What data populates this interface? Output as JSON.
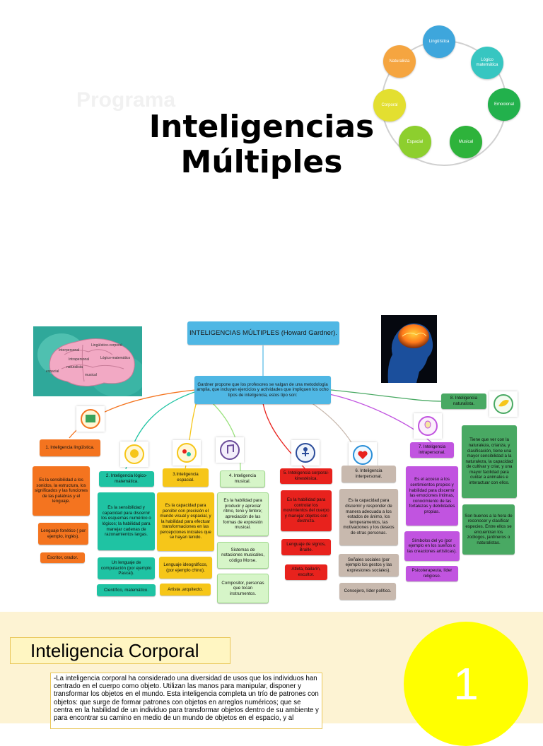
{
  "title": {
    "line1": "Inteligencias",
    "line2": "Múltiples",
    "ghost": "Programa"
  },
  "cycle": {
    "items": [
      {
        "label": "Lingüística",
        "color": "#3ea6dc"
      },
      {
        "label": "Lógico matemática",
        "color": "#37c6c1"
      },
      {
        "label": "Emocional",
        "color": "#22b14c"
      },
      {
        "label": "Musical",
        "color": "#2eb33b"
      },
      {
        "label": "Espacial",
        "color": "#8dcf2e"
      },
      {
        "label": "Corporal",
        "color": "#e3df30"
      },
      {
        "label": "Naturalista",
        "color": "#f5a540"
      }
    ]
  },
  "map": {
    "root": "INTELIGENCIAS MÚLTIPLES (Howard Gardner).",
    "intro": "Gardner propone que los profesores se valgan de una metodología amplia, que incluyan ejercicios y actividades que impliquen los ocho tipos de inteligencia, estos tipo son:",
    "brain_labels": [
      "Interpersonal",
      "Lingüístico-corporal",
      "Intrapersonal",
      "Lógico-matemático",
      "naturalista",
      "espacial",
      "musical"
    ],
    "linguistica": {
      "title": "1. Inteligencia lingüística.",
      "desc": "Es la sensibilidad a los sonidos, la estructura, los significados y las funciones de las palabras y el lenguaje.",
      "lang": "Lenguaje fonético ( por ejemplo, inglés).",
      "role": "Escritor, orador."
    },
    "logica": {
      "title": "2. Inteligencia lógico-matemática.",
      "desc": "Es la sensibilidad y capacidad para discernir los esquemas numérico o lógicos; la habilidad para manejar cadenas de razonamientos largas.",
      "lang": "Un lenguaje de computación (por ejemplo Pascal).",
      "role": "Científico, matemático."
    },
    "espacial": {
      "title": "3.Inteligencia espacial.",
      "desc": "Es la capacidad para percibir con precisión el mundo visual y espacial, y la habilidad para efectuar transformaciones en las percepciones iniciales que se hayan tenido.",
      "lang": "Lenguaje ideográficos, (por ejemplo chino).",
      "role": "Artista ,arquitecto."
    },
    "musical": {
      "title": "4. Inteligencia musical.",
      "desc": "Es la habilidad para producir y apreciar ritmo, tono y timbre; apreciación de las formas de expresión musical.",
      "lang": "Sistemas de notaciones musicales, código Morse.",
      "role": "Compositor, personas que tocan instrumentos."
    },
    "corporal": {
      "title": "5. Inteligencia corporal-kinestésica.",
      "desc": "Es la habilidad para controlar los movimientos del cuerpo y manejar objetos con destreza.",
      "lang": "Lenguaje de signos, Braille.",
      "role": "Atleta, bailarín, escultor."
    },
    "interpersonal": {
      "title": "6. Inteligencia interpersonal.",
      "desc": "Es la capacidad para discernir y responder de manera adecuada a los estados de ánimo, los temperamentos, las motivaciones y los deseos de otras personas.",
      "lang": "Señales sociales (por ejemplo los gestos y las expresiones sociales).",
      "role": "Consejero, líder político."
    },
    "intrapersonal": {
      "title": "7. Inteligencia intrapersonal.",
      "desc": "Es el acceso a los sentimientos propios y habilidad para discernir las emociones íntimas, conocimiento de las fortalezas y debilidades propias.",
      "lang": "Símbolos del yo (por ejemplo en los sueños o las creaciones artísticas).",
      "role": "Psicoterapeuta, líder religioso."
    },
    "naturalista": {
      "title": "8. Inteligencia naturalista.",
      "desc": "Tiene que ver con la naturaleza, crianza, y clasificación, tiene una mayor sensibilidad a la naturaleza, la capacidad de cultivar y criar, y una mayor facilidad para cuidar a animales e interactuar con ellos.",
      "role": "Son buenos a la hora de reconocer y clasificar especies. Entre ellos se encuentran los zoólogos, jardineros o naturalistas."
    }
  },
  "bottom": {
    "title": "Inteligencia Corporal",
    "number": "1",
    "text": "-La inteligencia corporal ha considerado una diversidad de usos que los individuos han centrado en el cuerpo como objeto. Utilizan las manos para manipular, disponer y transformar los objetos en el mundo. Esta inteligencia completa un trío de patrones con objetos: que surge de formar patrones con objetos en arreglos numéricos; que se centra en la habilidad de un individuo para transformar objetos dentro de su ambiente y para encontrar su camino en medio de un mundo de objetos en el espacio, y al"
  },
  "colors": {
    "orange": "#f4741f",
    "teal": "#1fc3a3",
    "yellow": "#f6c619",
    "lightgreen": "#d6f5c8",
    "red": "#e8221d",
    "gray": "#c8b9ae",
    "purple": "#c154e0",
    "green": "#49a963",
    "blue": "#4fb7e4"
  }
}
